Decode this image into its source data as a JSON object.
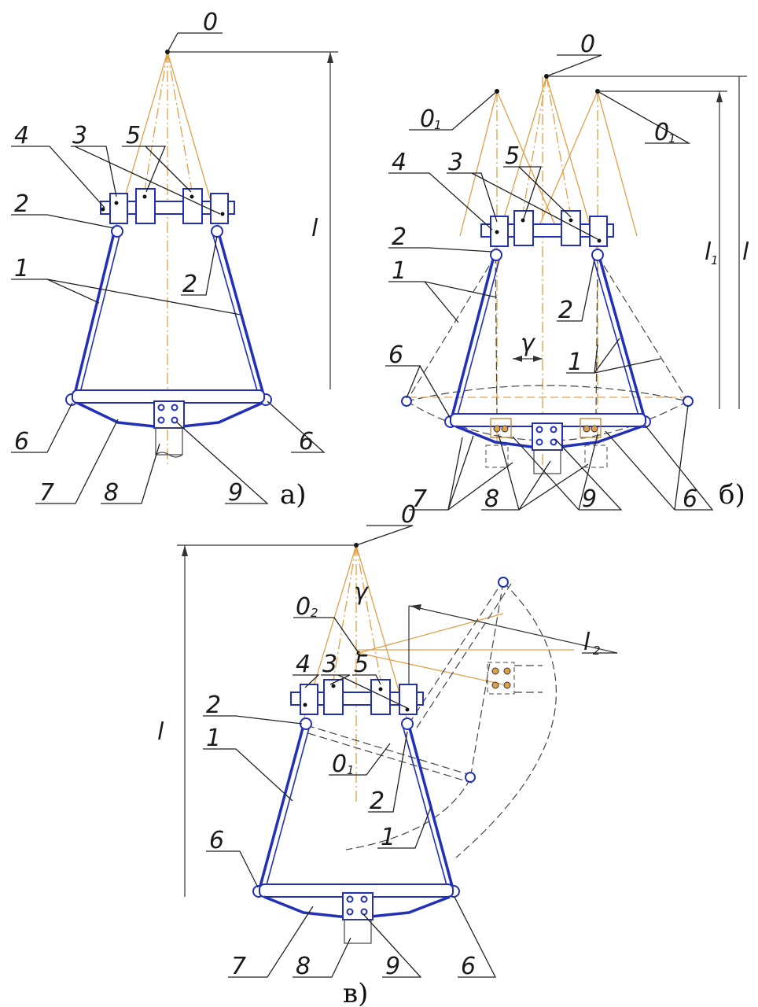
{
  "colors": {
    "structure": "#2230b8",
    "axis": "#e0a04a",
    "text": "#1a1a1a",
    "background": "#ffffff"
  },
  "labels": {
    "pole_O": "0",
    "pole_O1": "0",
    "pole_O1_sub": "1",
    "pole_O2": "0",
    "pole_O2_sub": "2",
    "n1": "1",
    "n2": "2",
    "n3": "3",
    "n4": "4",
    "n5": "5",
    "n6": "6",
    "n7": "7",
    "n8": "8",
    "n9": "9",
    "length_l": "l",
    "length_l1": "l",
    "length_l1_sub": "1",
    "length_l2": "l",
    "length_l2_sub": "2",
    "angle_gamma": "γ"
  },
  "captions": {
    "a": "а)",
    "b": "б)",
    "v": "в)"
  }
}
